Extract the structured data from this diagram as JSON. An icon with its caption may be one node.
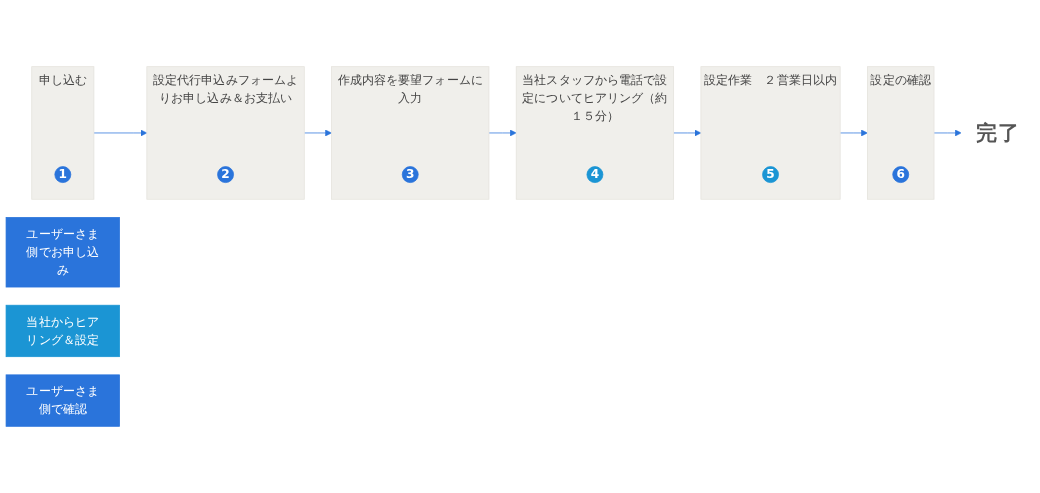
{
  "diagram": {
    "nodes": [
      {
        "text": [
          "ユーザーさま側でお申し込み"
        ]
      },
      {
        "text": [
          "当社からヒアリング＆設定"
        ]
      },
      {
        "text": [
          "ユーザーさま側で確認"
        ]
      },
      {
        "text": [
          "申し込む"
        ]
      },
      {
        "text": [
          "1"
        ],
        "in": 3
      },
      {
        "text": [
          "設定代行申込みフォームよりお申し込み＆お支払い"
        ]
      },
      {
        "text": [
          "2"
        ],
        "in": 5
      },
      {
        "text": [
          "作成内容を要望フォームに入力"
        ]
      },
      {
        "text": [
          "3"
        ],
        "in": 7
      },
      {
        "text": [
          "当社スタッフから電話で設定についてヒアリング（約１５分）"
        ]
      },
      {
        "text": [
          "4"
        ],
        "in": 9
      },
      {
        "text": [
          "設定作業　２営業日以内"
        ]
      },
      {
        "text": [
          "5"
        ],
        "in": 11
      },
      {
        "text": [
          "設定の確認"
        ]
      },
      {
        "text": [
          "6"
        ],
        "in": 13
      },
      {
        "text": [
          "完了"
        ]
      }
    ],
    "edges": [
      {
        "from": 3,
        "to": 5,
        "arrow": "to"
      },
      {
        "from": 5,
        "to": 7,
        "arrow": "to"
      },
      {
        "from": 7,
        "to": 9,
        "arrow": "to"
      },
      {
        "from": 9,
        "to": 11,
        "arrow": "to"
      },
      {
        "from": 11,
        "to": 13,
        "arrow": "to"
      },
      {
        "from": 13,
        "to": 15,
        "arrow": "to"
      }
    ]
  }
}
